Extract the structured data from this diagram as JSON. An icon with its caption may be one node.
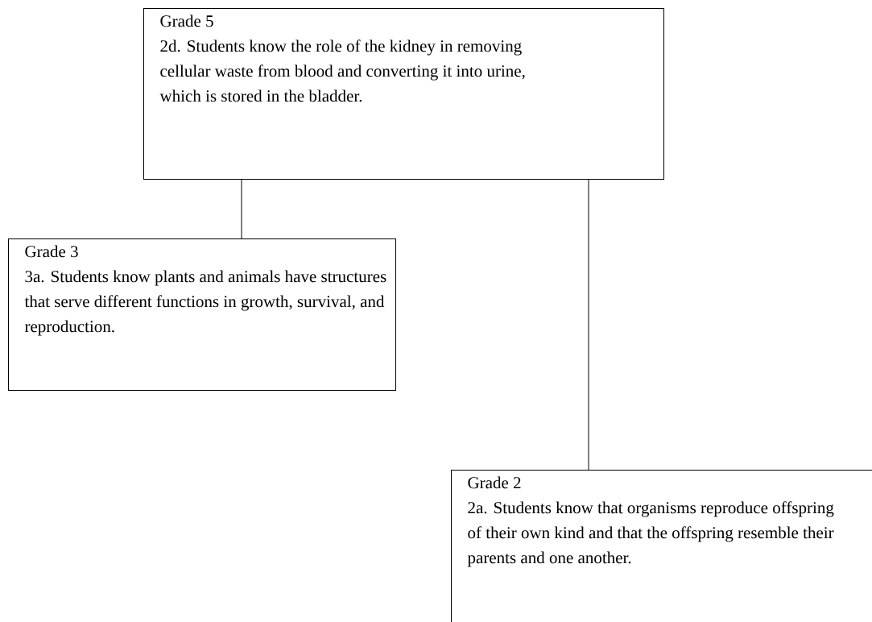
{
  "diagram": {
    "nodes": [
      {
        "text": [
          "Grade 5",
          "2d. Students know the role of the kidney in removing cellular waste from blood and converting it into urine, which is stored in the bladder."
        ]
      },
      {
        "text": [
          "Grade 3",
          "3a. Students know plants and animals have structures that serve different functions in growth, survival, and reproduction."
        ]
      },
      {
        "text": [
          "Grade 2",
          "2a. Students know that organisms reproduce offspring of their own kind and that the offspring resemble their parents and one another."
        ]
      }
    ],
    "edges": [
      {
        "from": 0,
        "to": 1,
        "arrow": "none"
      },
      {
        "from": 0,
        "to": 2,
        "arrow": "none"
      }
    ]
  }
}
